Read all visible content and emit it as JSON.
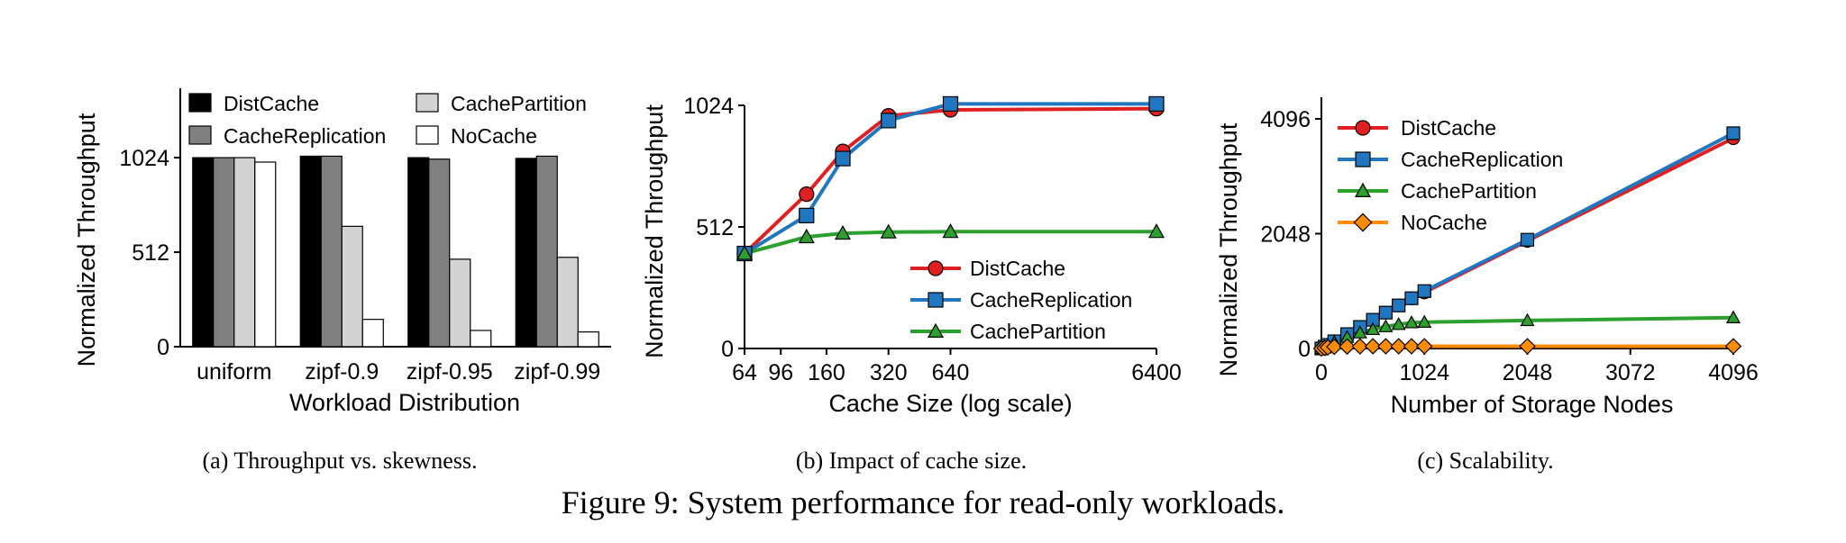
{
  "chart_data": [
    {
      "id": "a",
      "type": "bar",
      "caption": "(a)  Throughput vs. skewness.",
      "xlabel": "Workload Distribution",
      "ylabel": "Normalized Throughput",
      "ylim": [
        0,
        1400
      ],
      "yticks": [
        0,
        512,
        1024
      ],
      "categories": [
        "uniform",
        "zipf-0.9",
        "zipf-0.95",
        "zipf-0.99"
      ],
      "legend_position": "top",
      "series": [
        {
          "name": "DistCache",
          "color": "#000000",
          "values": [
            1024,
            1032,
            1024,
            1020
          ]
        },
        {
          "name": "CacheReplication",
          "color": "#808080",
          "values": [
            1024,
            1032,
            1016,
            1032
          ]
        },
        {
          "name": "CachePartition",
          "color": "#d3d3d3",
          "values": [
            1024,
            652,
            474,
            484
          ]
        },
        {
          "name": "NoCache",
          "color": "#ffffff",
          "values": [
            1000,
            148,
            88,
            80
          ]
        }
      ]
    },
    {
      "id": "b",
      "type": "line",
      "caption": "(b)  Impact of cache size.",
      "xlabel": "Cache Size (log scale)",
      "ylabel": "Normalized Throughput",
      "xscale": "log",
      "xlim": [
        64,
        6400
      ],
      "ylim": [
        0,
        1024
      ],
      "xticks": [
        64,
        96,
        160,
        320,
        640,
        6400
      ],
      "yticks": [
        0,
        512,
        1024
      ],
      "legend_position": "bottom-right",
      "series": [
        {
          "name": "DistCache",
          "color": "#e02020",
          "marker": "circle",
          "x": [
            64,
            128,
            192,
            320,
            640,
            6400
          ],
          "y": [
            400,
            650,
            830,
            980,
            1005,
            1010
          ]
        },
        {
          "name": "CacheReplication",
          "color": "#2176c0",
          "marker": "square",
          "x": [
            64,
            128,
            192,
            320,
            640,
            6400
          ],
          "y": [
            400,
            560,
            800,
            960,
            1030,
            1030
          ]
        },
        {
          "name": "CachePartition",
          "color": "#2ca02c",
          "marker": "triangle",
          "x": [
            64,
            128,
            192,
            320,
            640,
            6400
          ],
          "y": [
            400,
            470,
            485,
            490,
            492,
            492
          ]
        }
      ]
    },
    {
      "id": "c",
      "type": "line",
      "caption": "(c)  Scalability.",
      "xlabel": "Number of Storage Nodes",
      "ylabel": "Normalized Throughput",
      "xlim": [
        0,
        4096
      ],
      "ylim": [
        0,
        4096
      ],
      "xticks": [
        0,
        1024,
        2048,
        3072,
        4096
      ],
      "yticks": [
        0,
        2048,
        4096
      ],
      "legend_position": "top-left",
      "series": [
        {
          "name": "DistCache",
          "color": "#e02020",
          "marker": "circle",
          "x": [
            0,
            32,
            64,
            128,
            256,
            384,
            512,
            640,
            768,
            896,
            1024,
            2048,
            4096
          ],
          "y": [
            0,
            32,
            64,
            128,
            256,
            384,
            512,
            640,
            768,
            896,
            1000,
            1920,
            3750
          ]
        },
        {
          "name": "CacheReplication",
          "color": "#2176c0",
          "marker": "square",
          "x": [
            0,
            32,
            64,
            128,
            256,
            384,
            512,
            640,
            768,
            896,
            1024,
            2048,
            4096
          ],
          "y": [
            0,
            32,
            64,
            128,
            256,
            384,
            512,
            640,
            768,
            896,
            1024,
            1940,
            3840
          ]
        },
        {
          "name": "CachePartition",
          "color": "#2ca02c",
          "marker": "triangle",
          "x": [
            0,
            32,
            64,
            128,
            256,
            384,
            512,
            640,
            768,
            896,
            1024,
            2048,
            4096
          ],
          "y": [
            0,
            30,
            60,
            110,
            200,
            280,
            340,
            390,
            430,
            460,
            470,
            500,
            550
          ]
        },
        {
          "name": "NoCache",
          "color": "#ff8c00",
          "marker": "diamond",
          "x": [
            0,
            32,
            64,
            128,
            256,
            384,
            512,
            640,
            768,
            896,
            1024,
            2048,
            4096
          ],
          "y": [
            0,
            10,
            20,
            30,
            35,
            38,
            40,
            40,
            40,
            40,
            40,
            40,
            40
          ]
        }
      ]
    }
  ],
  "figure_caption": "Figure 9: System performance for read-only workloads."
}
